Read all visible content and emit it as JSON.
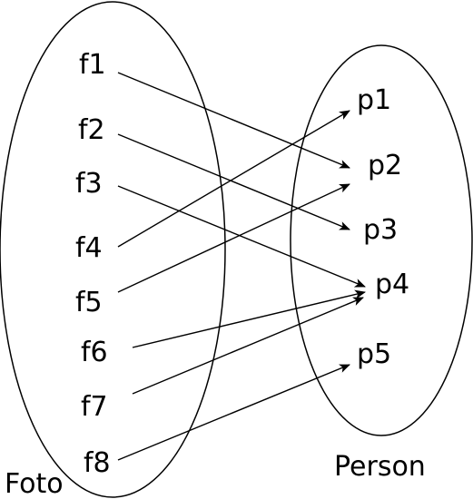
{
  "sets": {
    "domain": {
      "label": "Foto",
      "elements": [
        "f1",
        "f2",
        "f3",
        "f4",
        "f5",
        "f6",
        "f7",
        "f8"
      ]
    },
    "codomain": {
      "label": "Person",
      "elements": [
        "p1",
        "p2",
        "p3",
        "p4",
        "p5"
      ]
    }
  },
  "mappings": [
    {
      "from": "f1",
      "to": "p2"
    },
    {
      "from": "f2",
      "to": "p3"
    },
    {
      "from": "f3",
      "to": "p4"
    },
    {
      "from": "f4",
      "to": "p1"
    },
    {
      "from": "f5",
      "to": "p2"
    },
    {
      "from": "f6",
      "to": "p4"
    },
    {
      "from": "f7",
      "to": "p4"
    },
    {
      "from": "f8",
      "to": "p5"
    }
  ],
  "colors": {
    "stroke": "#000000",
    "background": "#ffffff"
  }
}
